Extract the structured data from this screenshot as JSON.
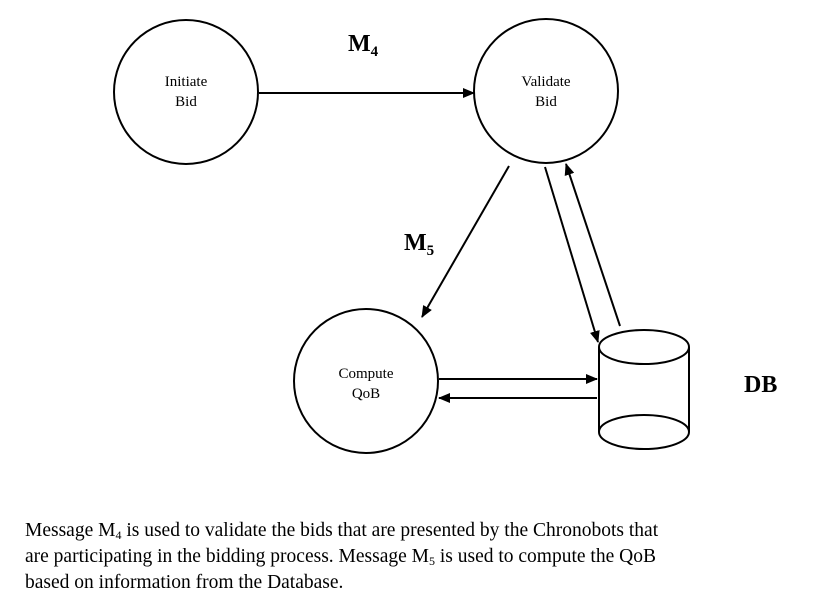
{
  "nodes": {
    "initiate": {
      "line1": "Initiate",
      "line2": "Bid"
    },
    "validate": {
      "line1": "Validate",
      "line2": "Bid"
    },
    "compute": {
      "line1": "Compute",
      "line2": "QoB"
    }
  },
  "messages": {
    "m4": {
      "main": "M",
      "sub": "4"
    },
    "m5": {
      "main": "M",
      "sub": "5"
    }
  },
  "database": {
    "label": "DB"
  },
  "caption": {
    "line1": {
      "a": "Message M",
      "a_sub": "4",
      "b": " is used to validate the bids that are presented by the Chronobots that"
    },
    "line2": {
      "a": "are participating in the bidding process. Message M",
      "a_sub": "5",
      "b": " is used to compute the QoB"
    },
    "line3": "based on information from the Database."
  }
}
